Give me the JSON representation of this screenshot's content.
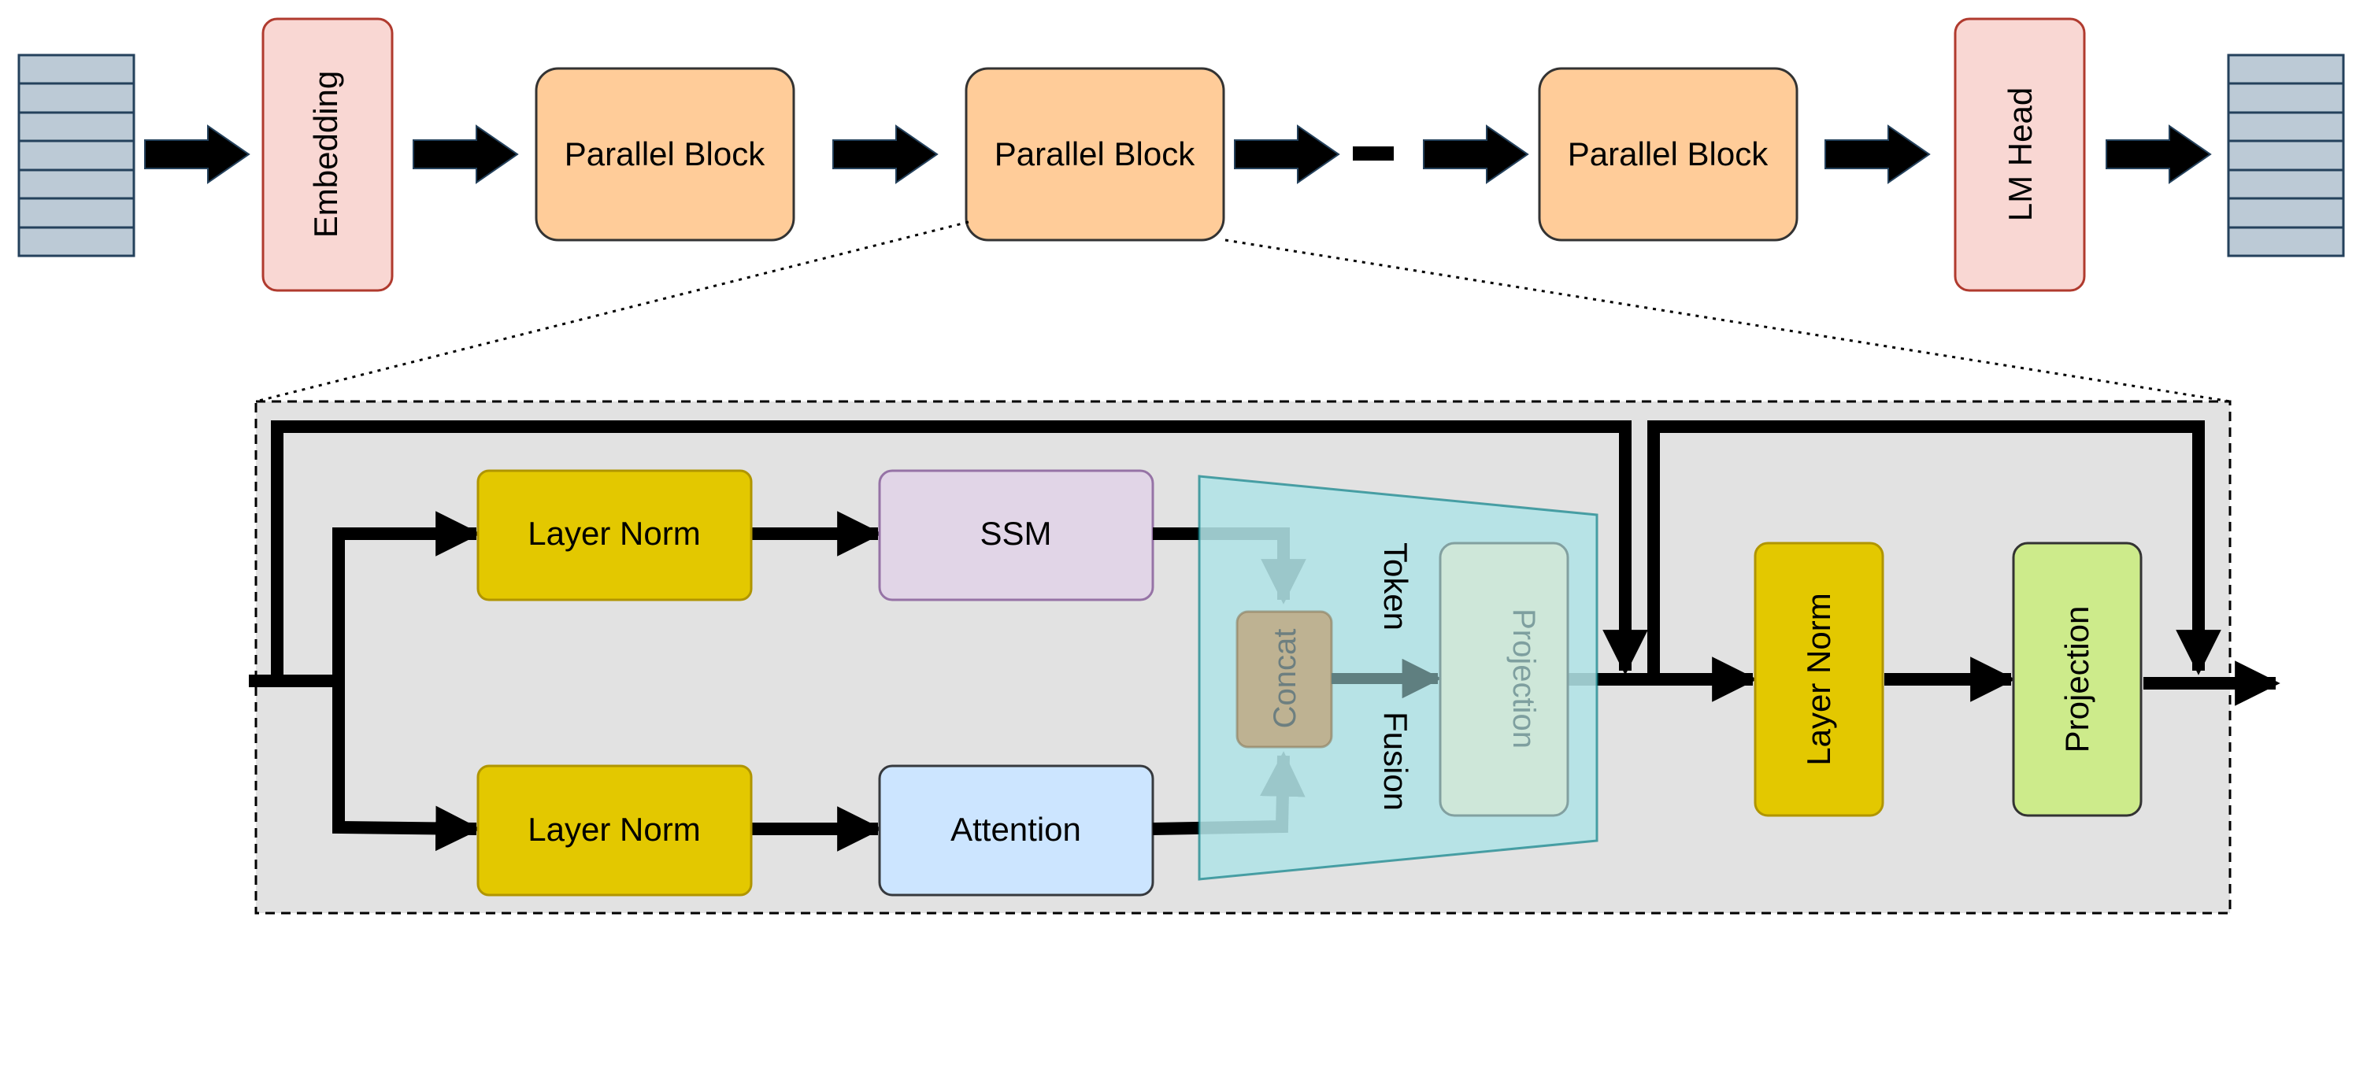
{
  "top_row": {
    "embedding_label": "Embedding",
    "block_1_label": "Parallel Block",
    "block_2_label": "Parallel Block",
    "block_3_label": "Parallel Block",
    "ellipsis": "",
    "lm_head_label": "LM Head",
    "input_tokens": 7,
    "output_tokens": 7
  },
  "detail": {
    "layer_norm_top_label": "Layer Norm",
    "ssm_label": "SSM",
    "layer_norm_bottom_label": "Layer Norm",
    "attention_label": "Attention",
    "concat_label": "Concat",
    "token_label": "Token",
    "fusion_label": "Fusion",
    "fusion_projection_label": "Projection",
    "layer_norm_right_label": "Layer Norm",
    "projection_right_label": "Projection"
  },
  "colors": {
    "token_fill": "#bccad6",
    "token_stroke": "#24415c",
    "embedding_fill": "#f9d7d3",
    "embedding_stroke": "#b03a2e",
    "block_fill": "#ffcc99",
    "block_stroke": "#333333",
    "panel_fill": "#e2e2e2",
    "layer_norm_fill": "#e3c800",
    "layer_norm_stroke": "#b09500",
    "ssm_fill": "#e1d5e7",
    "ssm_stroke": "#9673a6",
    "attention_fill": "#cce5ff",
    "attention_stroke": "#36393d",
    "fusion_fill": "#b0e3e6",
    "fusion_stroke": "#0e8088",
    "concat_fill": "#c0a276",
    "fusion_projection_fill": "#d5e8d4",
    "projection_fill": "#cdeb8b",
    "arrow": "#000000"
  }
}
